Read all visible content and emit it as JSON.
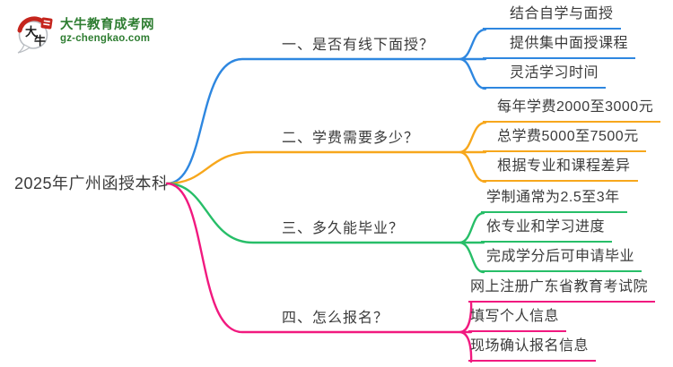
{
  "colors": {
    "blue": "#2e87e0",
    "orange": "#f7a71c",
    "green": "#27be68",
    "pink": "#f1197f",
    "logo_green": "#2e7d31",
    "logo_red": "#c5251d",
    "text": "#3b3b3b"
  },
  "logo": {
    "site_name": "大牛教育成考网",
    "site_url": "gz-chengkao.com",
    "icon_char_1": "大",
    "icon_char_2": "牛"
  },
  "central_topic": "2025年广州函授本科",
  "branches": [
    {
      "label": "一、是否有线下面授？",
      "color_key": "blue",
      "children": [
        "结合自学与面授",
        "提供集中面授课程",
        "灵活学习时间"
      ]
    },
    {
      "label": "二、学费需要多少？",
      "color_key": "orange",
      "children": [
        "每年学费2000至3000元",
        "总学费5000至7500元",
        "根据专业和课程差异"
      ]
    },
    {
      "label": "三、多久能毕业？",
      "color_key": "green",
      "children": [
        "学制通常为2.5至3年",
        "依专业和学习进度",
        "完成学分后可申请毕业"
      ]
    },
    {
      "label": "四、怎么报名？",
      "color_key": "pink",
      "children": [
        "网上注册广东省教育考试院",
        "填写个人信息",
        "现场确认报名信息"
      ]
    }
  ]
}
